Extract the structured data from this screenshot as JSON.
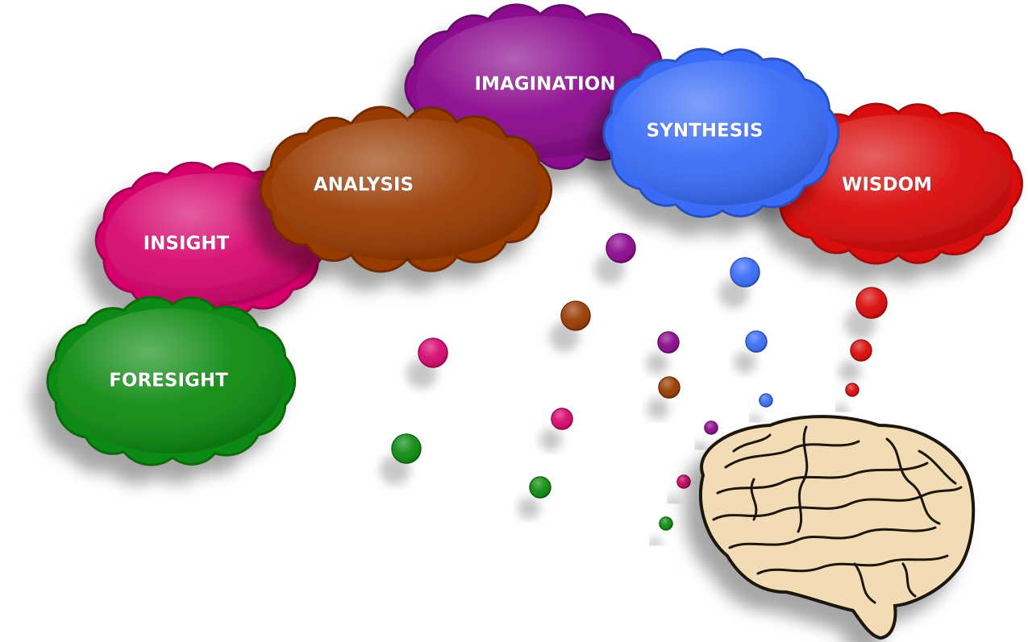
{
  "clouds": [
    {
      "id": "foresight",
      "label": "FORESIGHT",
      "color": "#0e8a12"
    },
    {
      "id": "insight",
      "label": "INSIGHT",
      "color": "#d6066d"
    },
    {
      "id": "analysis",
      "label": "ANALYSIS",
      "color": "#983b02"
    },
    {
      "id": "imagination",
      "label": "IMAGINATION",
      "color": "#8b0a8e"
    },
    {
      "id": "synthesis",
      "label": "SYNTHESIS",
      "color": "#3a6cf7"
    },
    {
      "id": "wisdom",
      "label": "WISDOM",
      "color": "#d90b0b"
    }
  ],
  "bubbles": [
    {
      "color": "#8b0a8e"
    },
    {
      "color": "#3a6cf7"
    },
    {
      "color": "#d90b0b"
    },
    {
      "color": "#983b02"
    },
    {
      "color": "#8b0a8e"
    },
    {
      "color": "#3a6cf7"
    },
    {
      "color": "#d90b0b"
    },
    {
      "color": "#d6066d"
    },
    {
      "color": "#983b02"
    },
    {
      "color": "#3a6cf7"
    },
    {
      "color": "#d90b0b"
    },
    {
      "color": "#d6066d"
    },
    {
      "color": "#8b0a8e"
    },
    {
      "color": "#0e8a12"
    },
    {
      "color": "#0e8a12"
    },
    {
      "color": "#d6066d"
    },
    {
      "color": "#0e8a12"
    }
  ],
  "brain": {
    "icon": "brain-icon",
    "fill": "#f1dcb6",
    "stroke": "#1a1208"
  }
}
